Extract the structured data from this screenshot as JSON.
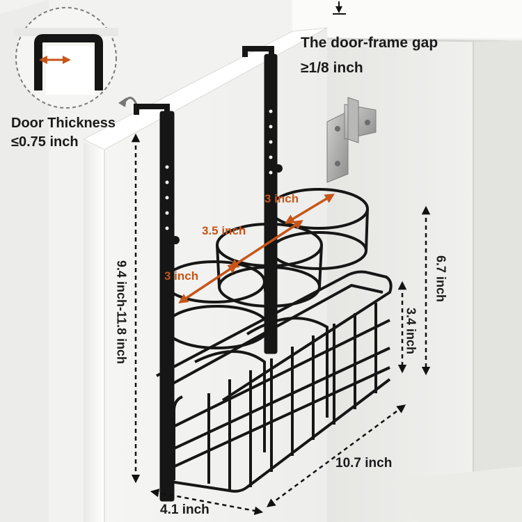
{
  "annotations": {
    "door_thickness_title": "Door Thickness",
    "door_thickness_value": "≤0.75 inch",
    "gap_title": "The door-frame gap",
    "gap_value": "≥1/8 inch",
    "ring_top": "3 inch",
    "ring_middle": "3.5 inch",
    "ring_front": "3 inch",
    "height_range": "9.4 inch-11.8 inch",
    "total_height": "6.7 inch",
    "basket_height": "3.4 inch",
    "basket_length": "10.7 inch",
    "basket_width": "4.1 inch"
  },
  "colors": {
    "accent_arrow": "#c65518",
    "metal_black": "#161616",
    "cabinet_white": "#f4f4f2",
    "hinge_silver": "#a9aaa8"
  }
}
